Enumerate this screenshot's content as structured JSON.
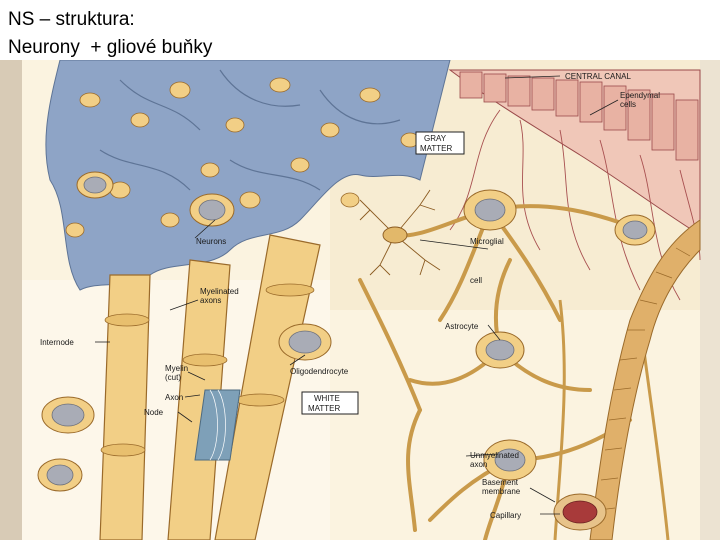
{
  "title": {
    "line1": "NS – struktura:",
    "line2": "Neurony  + gliové buňky"
  },
  "figure": {
    "labels": {
      "central_canal": "CENTRAL CANAL",
      "ependymal_1": "Ependymal",
      "ependymal_2": "cells",
      "gray_1": "GRAY",
      "gray_2": "MATTER",
      "neurons": "Neurons",
      "microglial_1": "Microglial",
      "microglial_2": "cell",
      "myelinated_1": "Myelinated",
      "myelinated_2": "axons",
      "astrocyte": "Astrocyte",
      "internode": "Internode",
      "myelin_1": "Myelin",
      "myelin_2": "(cut)",
      "oligodendrocyte": "Oligodendrocyte",
      "axon": "Axon",
      "white_1": "WHITE",
      "white_2": "MATTER",
      "node": "Node",
      "unmyelinated_1": "Unmyelinated",
      "unmyelinated_2": "axon",
      "basement_1": "Basement",
      "basement_2": "membrane",
      "capillary": "Capillary"
    },
    "colors": {
      "background": "#fbf3e0",
      "cell_fill": "#f2cf86",
      "cell_stroke": "#9a6a2a",
      "ventricle": "#8ea4c6",
      "ependymal": "#f0c7b8",
      "ependymal_stroke": "#9a4a4a",
      "nucleus": "#a9acb6",
      "capillary_wall": "#e0b06a",
      "capillary_lumen": "#a83a3a",
      "gray_matter": "#f7ecd2",
      "white_matter": "#fdf7ea"
    }
  }
}
